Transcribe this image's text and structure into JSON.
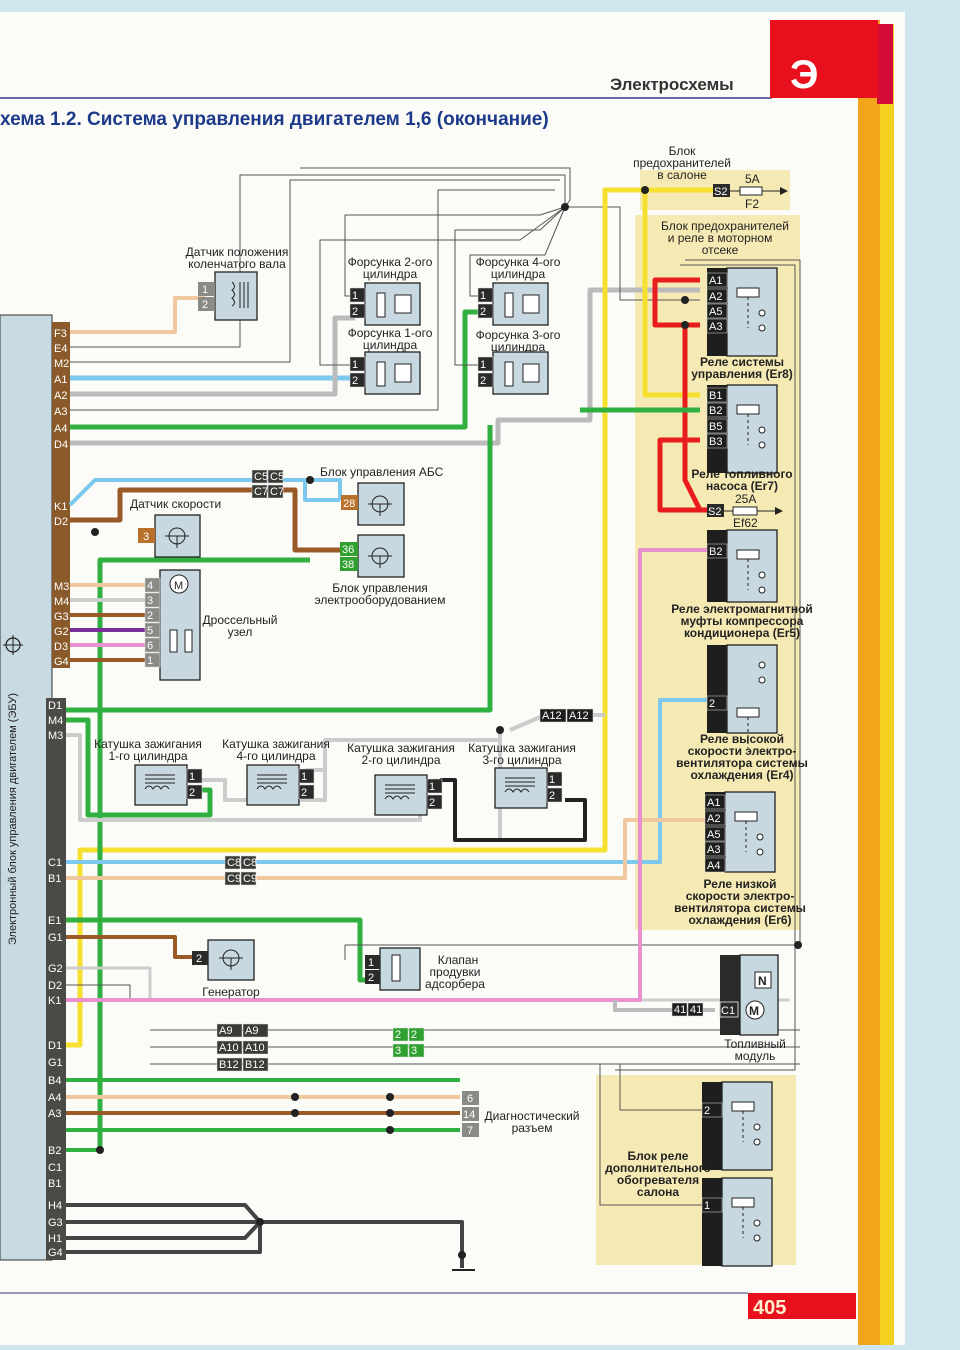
{
  "header": {
    "section": "Электросхемы",
    "tab_letter": "Э",
    "title": "хема 1.2. Система управления двигателем 1,6 (окончание)",
    "page_number": "405"
  },
  "colors": {
    "accent_red": "#e8101c",
    "title_blue": "#1d3a8a",
    "fuse_zone": "#f6eab4",
    "ecu_connector": "#8a5a2a",
    "ecu_body": "#c8dae2"
  },
  "ecu": {
    "label": "Электронный блок управления двигателем (ЭБУ)",
    "pins_top": [
      "F3",
      "E4",
      "M2",
      "A1",
      "A2",
      "A3",
      "A4",
      "D4",
      "K1",
      "D2",
      "M3",
      "M4",
      "G3",
      "G2",
      "D3",
      "G4"
    ],
    "pins_bottom": [
      "D1",
      "M4",
      "M3",
      "C1",
      "B1",
      "E1",
      "G1",
      "G2",
      "D2",
      "K1",
      "D1",
      "G1",
      "B4",
      "A4",
      "A3",
      "B2",
      "C1",
      "B1",
      "H4",
      "G3",
      "H1",
      "G4"
    ]
  },
  "fuse_cabin": {
    "label": "Блок предохранителей в салоне",
    "pin": "S2",
    "rating": "5A",
    "name": "F2"
  },
  "fuse_engine": {
    "label": "Блок предохранителей и реле в моторном отсеке",
    "pin": "S2",
    "rating": "25A",
    "name": "Ef62"
  },
  "relays": [
    {
      "label": "Реле системы управления (Er8)",
      "pins": [
        "A1",
        "A2",
        "A5",
        "A3"
      ]
    },
    {
      "label": "Реле топливного насоса (Er7)",
      "pins": [
        "B1",
        "B2",
        "B5",
        "B3"
      ]
    },
    {
      "label": "Реле электромагнитной муфты компрессора кондиционера (Er5)",
      "pins": [
        "B2"
      ]
    },
    {
      "label": "Реле высокой скорости электро-вентилятора системы охлаждения (Er4)",
      "pins": [
        "2"
      ]
    },
    {
      "label": "Реле низкой скорости электро-вентилятора системы охлаждения (Er6)",
      "pins": [
        "A1",
        "A2",
        "A5",
        "A3",
        "A4"
      ]
    }
  ],
  "components": {
    "crank_sensor": {
      "label": "Датчик положения коленчатого вала",
      "pins": [
        "1",
        "2"
      ]
    },
    "injector2": {
      "label": "Форсунка 2-ого цилиндра",
      "pins": [
        "1",
        "2"
      ]
    },
    "injector1": {
      "label": "Форсунка 1-ого цилиндра",
      "pins": [
        "1",
        "2"
      ]
    },
    "injector4": {
      "label": "Форсунка 4-ого цилиндра",
      "pins": [
        "1",
        "2"
      ]
    },
    "injector3": {
      "label": "Форсунка 3-ого цилиндра",
      "pins": [
        "1",
        "2"
      ]
    },
    "abs": {
      "label": "Блок управления АБС",
      "pin": "28"
    },
    "speed_sensor": {
      "label": "Датчик скорости",
      "pin": "3"
    },
    "bcm": {
      "label": "Блок управления электрооборудованием",
      "pins": [
        "36",
        "38"
      ]
    },
    "throttle": {
      "label": "Дроссельный узел",
      "pins": [
        "4",
        "3",
        "2",
        "5",
        "6",
        "1"
      ]
    },
    "coil1": {
      "label": "Катушка зажигания 1-го цилиндра",
      "pins": [
        "1",
        "2"
      ]
    },
    "coil4": {
      "label": "Катушка зажигания 4-го цилиндра",
      "pins": [
        "1",
        "2"
      ]
    },
    "coil2": {
      "label": "Катушка зажигания 2-го цилиндра",
      "pins": [
        "1",
        "2"
      ]
    },
    "coil3": {
      "label": "Катушка зажигания 3-го цилиндра",
      "pins": [
        "1",
        "2"
      ]
    },
    "generator": {
      "label": "Генератор",
      "pin": "2"
    },
    "purge_valve": {
      "label": "Клапан продувки адсорбера",
      "pins": [
        "1",
        "2"
      ]
    },
    "fuel_module": {
      "label": "Топливный модуль",
      "pin": "C1",
      "sensor": "N",
      "motor": "M"
    },
    "diag": {
      "label": "Диагностический разъем",
      "pins": [
        "6",
        "14",
        "7"
      ]
    },
    "heater_relay": {
      "label": "Блок реле дополнительного обогревателя салона",
      "pins": [
        "2",
        "1"
      ]
    }
  },
  "splices": {
    "c5": [
      "C5",
      "C5"
    ],
    "c7": [
      "C7",
      "C7"
    ],
    "c8": [
      "C8",
      "C8"
    ],
    "c9": [
      "C9",
      "C9"
    ],
    "a12": [
      "A12",
      "A12"
    ],
    "c41": [
      "41",
      "41"
    ],
    "a9": [
      "A9",
      "A9"
    ],
    "a10": [
      "A10",
      "A10"
    ],
    "b12": [
      "B12",
      "B12"
    ],
    "g2": [
      "2",
      "2"
    ],
    "g3": [
      "3",
      "3"
    ]
  }
}
